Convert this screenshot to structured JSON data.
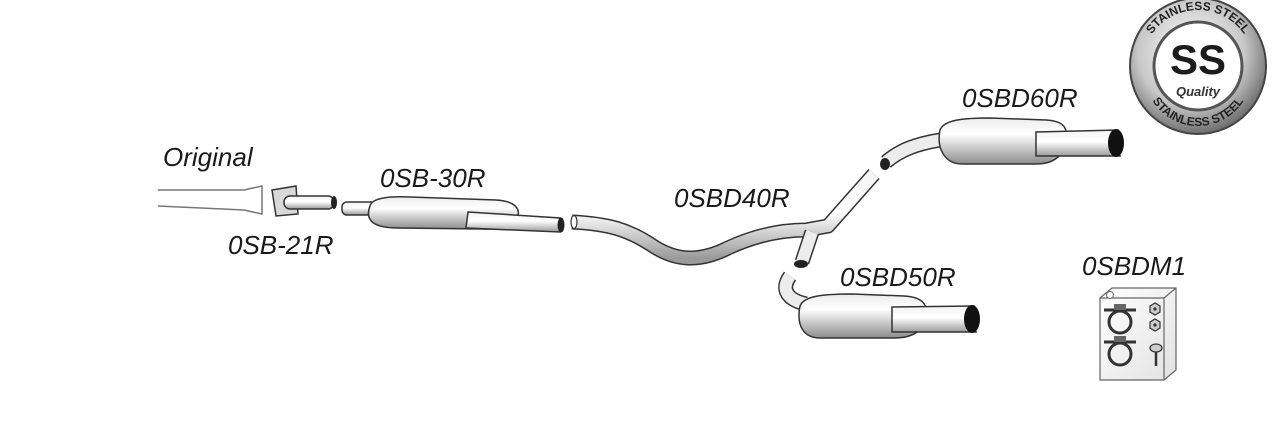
{
  "diagram": {
    "labels": {
      "original": "Original",
      "front_pipe": "0SB-21R",
      "middle_muffler": "0SB-30R",
      "y_pipe": "0SBD40R",
      "rear_right": "0SBD60R",
      "rear_left": "0SBD50R",
      "mounting_kit": "0SBDM1"
    },
    "badge": {
      "initials": "SS",
      "ring_text_top": "STAINLESS STEEL",
      "ring_text_bottom": "STAINLESS STEEL",
      "quality": "Quality"
    }
  }
}
